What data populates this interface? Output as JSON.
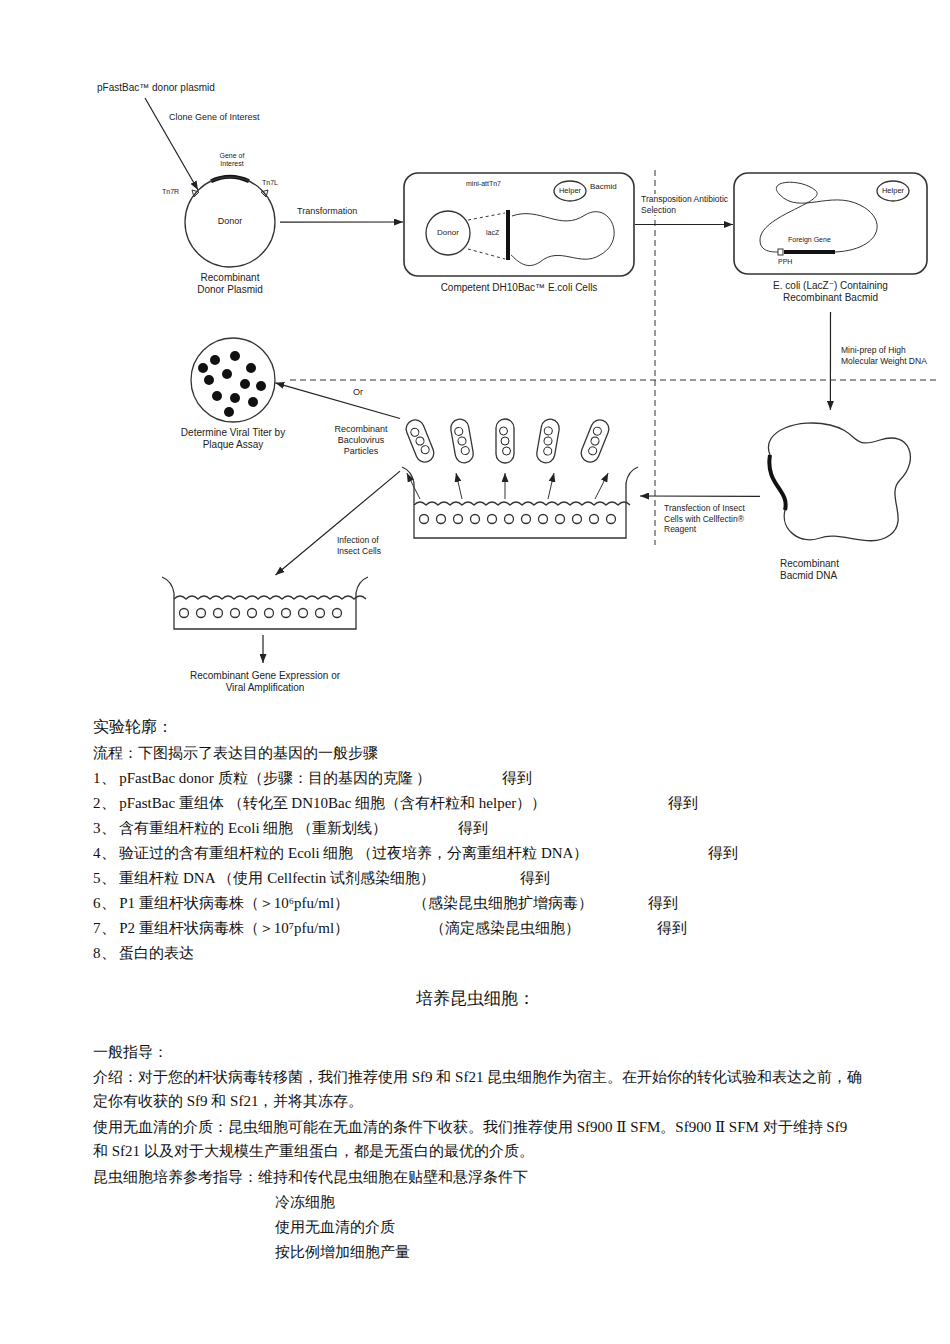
{
  "diagram": {
    "nodes": [
      {
        "text": [
          "pFastBac™ donor plasmid"
        ]
      },
      {
        "text": [
          "Donor",
          "Recombinant Donor Plasmid"
        ]
      },
      {
        "text": [
          "Competent DH10Bac™ E.coli Cells"
        ]
      },
      {
        "text": [
          "Donor"
        ],
        "in": 2
      },
      {
        "text": [
          "Helper"
        ],
        "in": 2
      },
      {
        "text": [
          "E. coli (LacZ⁻) Containing Recombinant Bacmid"
        ]
      },
      {
        "text": [
          "Helper"
        ],
        "in": 5
      },
      {
        "text": [
          "Recombinant Bacmid DNA"
        ]
      },
      {
        "text": [
          "Determine Viral Titer by Plaque Assay"
        ]
      },
      {
        "text": [
          "Recombinant Baculovirus Particles"
        ]
      },
      {
        "text": [
          "Recombinant Gene Expression or Viral Amplification"
        ]
      }
    ],
    "edges": [
      {
        "from": 0,
        "to": 1,
        "arrow": "to",
        "label": "Clone Gene of Interest"
      },
      {
        "from": 1,
        "to": 2,
        "arrow": "to",
        "label": "Transformation"
      },
      {
        "from": 2,
        "to": 5,
        "arrow": "to",
        "label": "Transposition Antibiotic Selection"
      },
      {
        "from": 5,
        "to": 7,
        "arrow": "to",
        "label": "Mini-prep of High Molecular Weight DNA"
      },
      {
        "from": 7,
        "to": 9,
        "arrow": "to",
        "label": "Transfection of Insect Cells with Cellfectin® Reagent"
      },
      {
        "from": 9,
        "to": 8,
        "arrow": "to",
        "label": "Or"
      },
      {
        "from": 9,
        "to": 10,
        "arrow": "to",
        "label": "Infection of Insect Cells"
      }
    ],
    "labels": [
      "Gene of Interest",
      "Tn7R",
      "Tn7L",
      "Bacmid",
      "lacZ",
      "mini-attTn7",
      "Foreign Gene",
      "PPH",
      "实验轮廓：",
      "流程：下图揭示了表达目的基因的一般步骤",
      "1、 pFastBac donor 质粒（步骤：目的基因的克隆 ）",
      "得到",
      "2、 pFastBac 重组体 （转化至 DN10Bac 细胞（含有杆粒和 helper））",
      "得到",
      "3、 含有重组杆粒的 Ecoli 细胞 （重新划线）",
      "得到",
      "4、 验证过的含有重组杆粒的 Ecoli 细胞 （过夜培养，分离重组杆粒 DNA）",
      "得到",
      "5、 重组杆粒 DNA （使用 Cellfectin 试剂感染细胞）",
      "得到",
      "6、 P1 重组杆状病毒株（＞10⁶pfu/ml）",
      "（感染昆虫细胞扩增病毒）",
      "得到",
      "7、 P2 重组杆状病毒株（＞10⁷pfu/ml）",
      "（滴定感染昆虫细胞）",
      "得到",
      "8、 蛋白的表达",
      "培养昆虫细胞：",
      "一般指导：",
      "介绍：对于您的杆状病毒转移菌，我们推荐使用 Sf9 和 Sf21 昆虫细胞作为宿主。在开始你的转化试验和表达之前，确定你有收获的 Sf9 和 Sf21，并将其冻存。",
      "使用无血清的介质：昆虫细胞可能在无血清的条件下收获。我们推荐使用 Sf900 Ⅱ SFM。Sf900 Ⅱ SFM 对于维持 Sf9 和 Sf21 以及对于大规模生产重组蛋白，都是无蛋白的最优的介质。",
      "昆虫细胞培养参考指导：维持和传代昆虫细胞在贴壁和悬浮条件下",
      "冷冻细胞",
      "使用无血清的介质",
      "按比例增加细胞产量"
    ]
  }
}
